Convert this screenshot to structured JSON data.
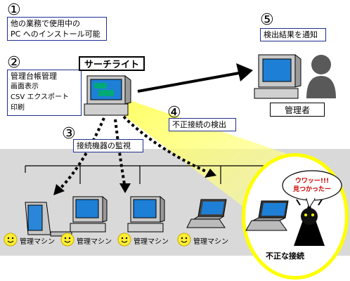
{
  "callouts": {
    "c1": {
      "number": "①",
      "line1": "他の業務で使用中の",
      "line2": "PC へのインストール可能"
    },
    "c2": {
      "number": "②",
      "line1": "管理台帳管理",
      "line2": "画面表示",
      "line3": "CSV エクスポート",
      "line4": "印刷"
    },
    "c3": {
      "number": "③",
      "text": "接続機器の監視"
    },
    "c4": {
      "number": "④",
      "text": "不正接続の検出"
    },
    "c5": {
      "number": "⑤",
      "text": "検出結果を通知"
    }
  },
  "server_label": "サーチライト",
  "admin_label": "管理者",
  "machine_label": "管理マシン",
  "bubble_text_line1": "ウワッー!!!",
  "bubble_text_line2": "見つかったー",
  "unauthorized_label": "不正な接続",
  "colors": {
    "network_band": "#d9d9d9",
    "highlight_circle": "#ffff00",
    "beam": "#ffff66",
    "screen": "#1e7fd6",
    "bubble_text": "#cc0000",
    "box_border": "#1f2f8f"
  }
}
